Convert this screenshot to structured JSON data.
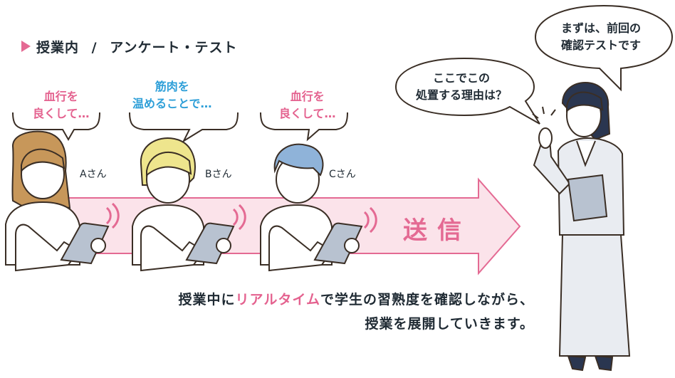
{
  "heading": {
    "label": "授業内",
    "separator": "/",
    "sublabel": "アンケート・テスト"
  },
  "students": [
    {
      "name": "Aさん",
      "speech_line1": "血行を",
      "speech_line2": "良くして…"
    },
    {
      "name": "Bさん",
      "speech_line1": "筋肉を",
      "speech_line2": "温めることで…"
    },
    {
      "name": "Cさん",
      "speech_line1": "血行を",
      "speech_line2": "良くして…"
    }
  ],
  "teacher": {
    "speech_question_line1": "ここでこの",
    "speech_question_line2": "処置する理由は？",
    "speech_intro_line1": "まずは、前回の",
    "speech_intro_line2": "確認テストです"
  },
  "arrow": {
    "label": "送信"
  },
  "caption": {
    "line1_before": "授業中に",
    "line1_highlight": "リアルタイム",
    "line1_after": "で学生の習熟度を確認しながら、",
    "line2": "授業を展開していきます。"
  },
  "colors": {
    "accent_pink": "#e4628f",
    "accent_blue": "#2e9fd8",
    "arrow_fill": "#fbe3ea",
    "ink": "#1f2a33"
  }
}
